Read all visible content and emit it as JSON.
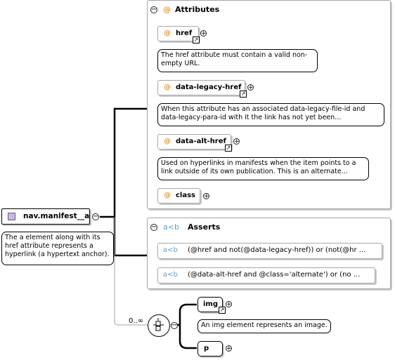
{
  "root": {
    "name": "nav.manifest__a",
    "doc": "The a element along with its href attribute represents a hyperlink (a hypertext anchor)."
  },
  "attributes_group": {
    "symbol": "@",
    "title": "Attributes",
    "items": [
      {
        "symbol": "@",
        "name": "href",
        "doc": "The href attribute must contain a valid non-empty URL."
      },
      {
        "symbol": "@",
        "name": "data-legacy-href",
        "doc": "When this attribute has an associated data-legacy-file-id and data-legacy-para-id with it the link has not yet been..."
      },
      {
        "symbol": "@",
        "name": "data-alt-href",
        "doc": "Used on hyperlinks in manifests when the item points to a link outside of its own publication. This is an alternate..."
      },
      {
        "symbol": "@",
        "name": "class"
      }
    ]
  },
  "asserts_group": {
    "symbol": "a<b",
    "title": "Asserts",
    "items": [
      {
        "symbol": "a<b",
        "text": "(@href and not(@data-legacy-href)) or (not(@hr ..."
      },
      {
        "symbol": "a<b",
        "text": "(@data-alt-href and @class='alternate') or (no ..."
      }
    ]
  },
  "choice": {
    "cardinality": "0..∞",
    "items": [
      {
        "name": "img",
        "doc": "An img element represents an image."
      },
      {
        "name": "p"
      }
    ]
  },
  "icons": {
    "element_icon": "element-square-icon",
    "expand": "plus-circle-icon",
    "collapse": "minus-circle-icon",
    "reference": "reference-arrow-icon",
    "choice": "choice-compositor-icon"
  },
  "colors": {
    "attribute_symbol": "#e2983a",
    "assert_symbol": "#5a9fd4",
    "group_border": "#a6a6a6",
    "element_icon_fill": "#c9b8e0"
  }
}
